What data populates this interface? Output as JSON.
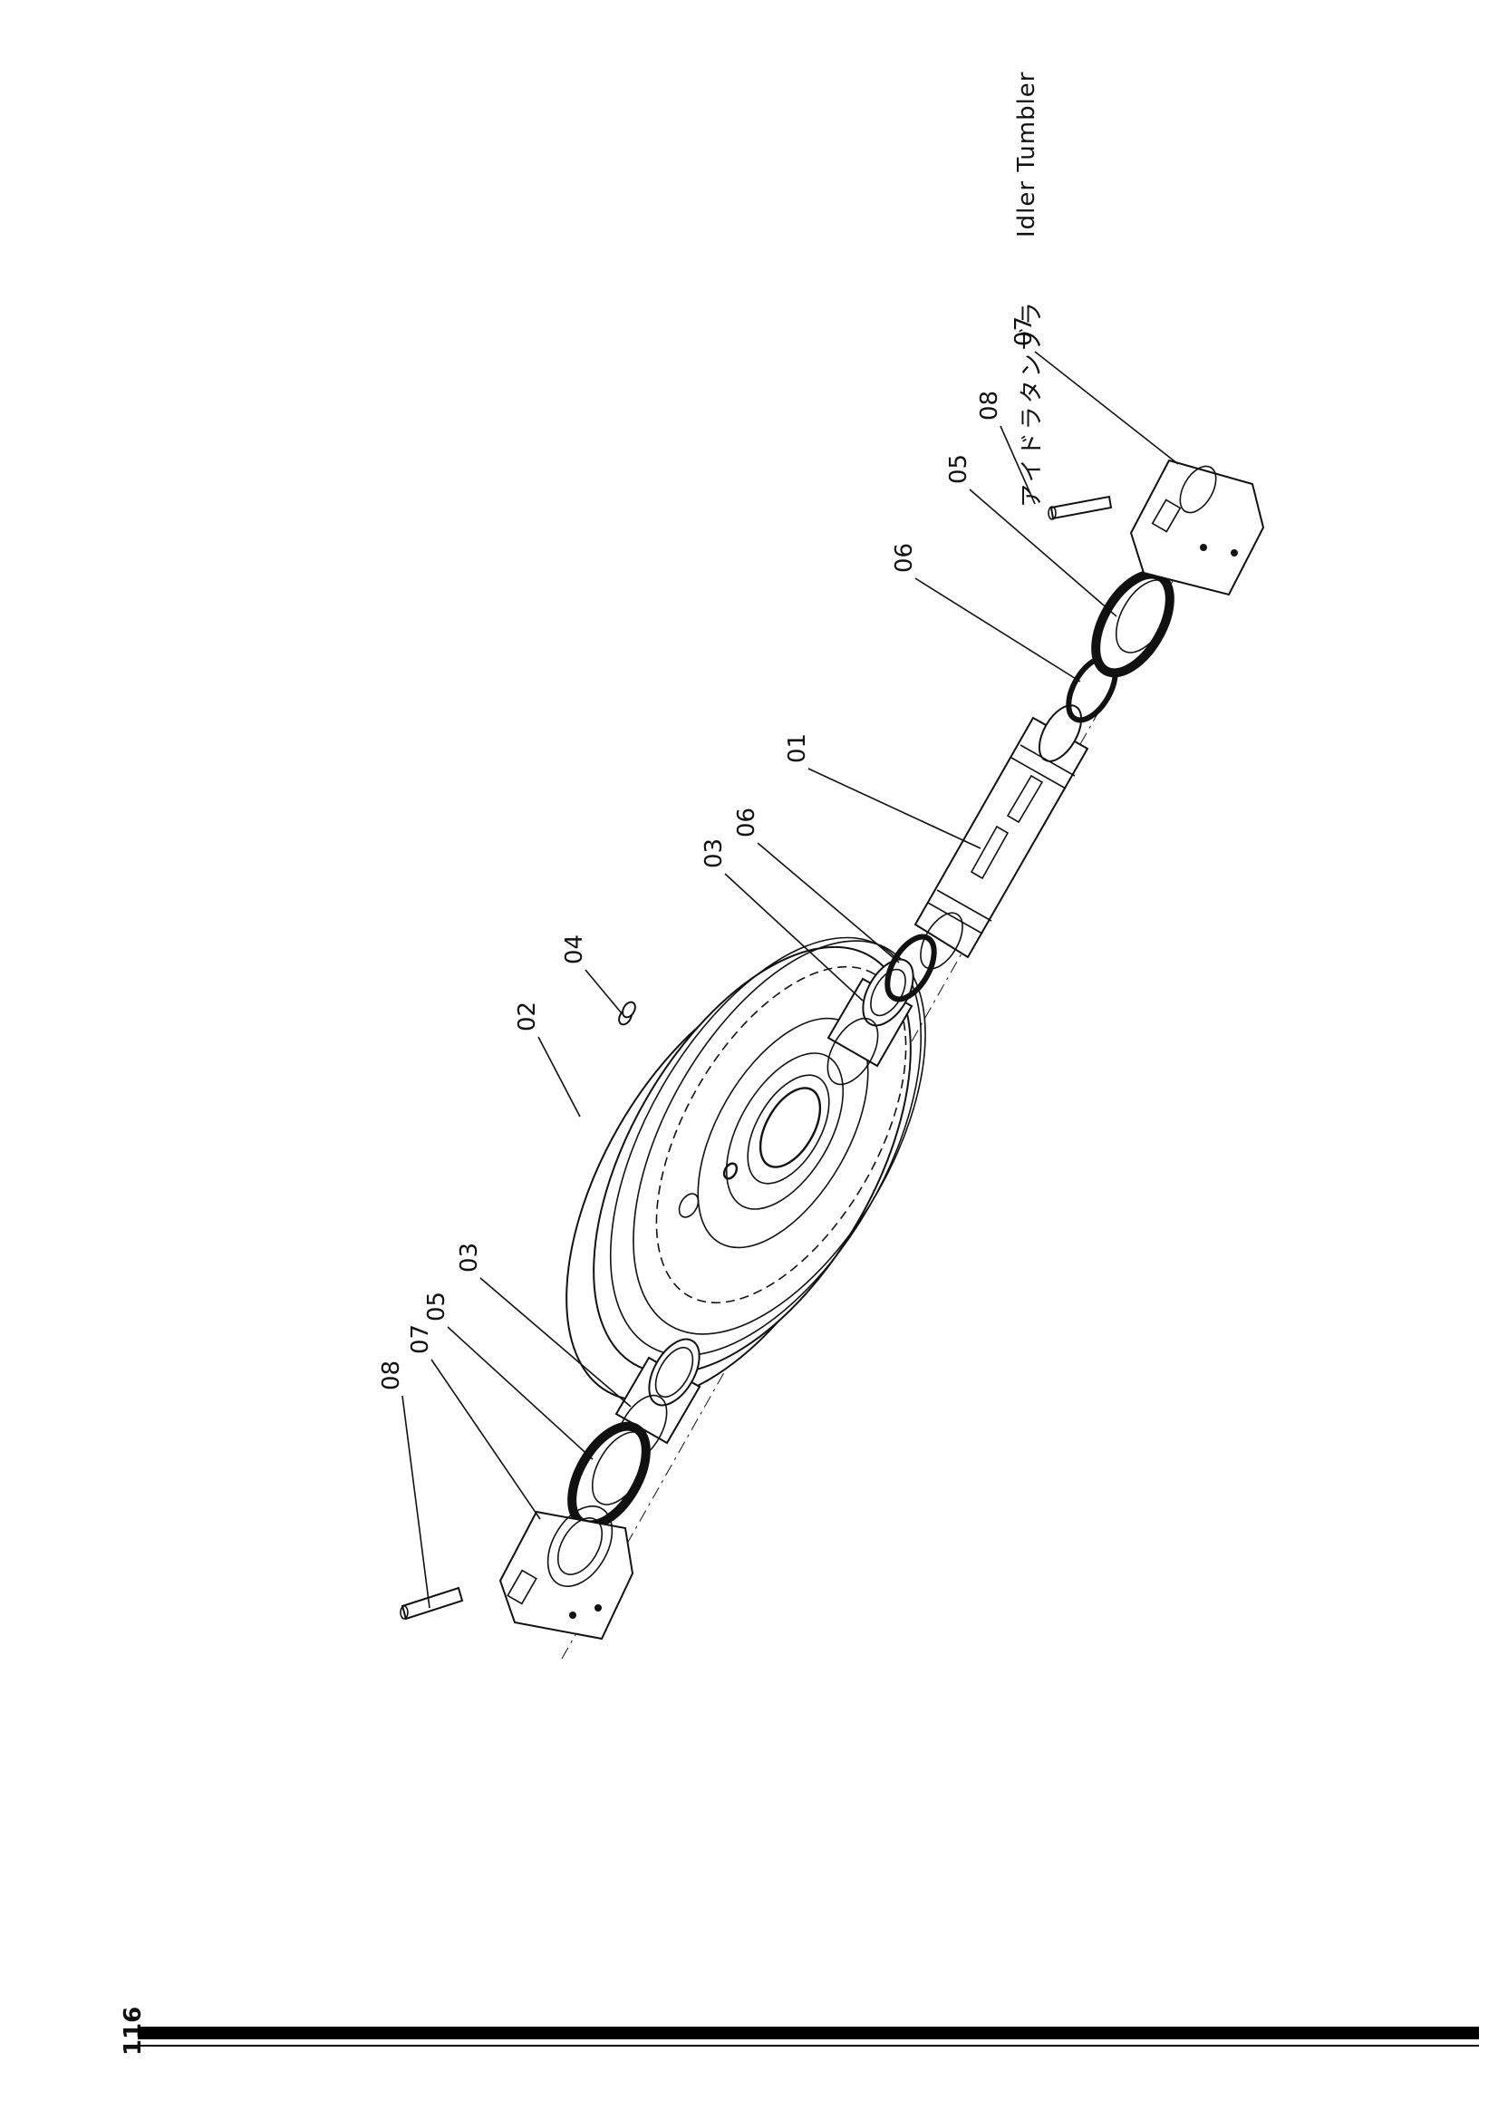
{
  "header": {
    "title_en": "Idler Tumbler",
    "title_jp": "アイドラタンブラ"
  },
  "footer": {
    "page_number": "116"
  },
  "callouts": {
    "c01": "01",
    "c02": "02",
    "c03a": "03",
    "c03b": "03",
    "c04": "04",
    "c05a": "05",
    "c05b": "05",
    "c06a": "06",
    "c06b": "06",
    "c07a": "07",
    "c07b": "07",
    "c08a": "08",
    "c08b": "08"
  }
}
